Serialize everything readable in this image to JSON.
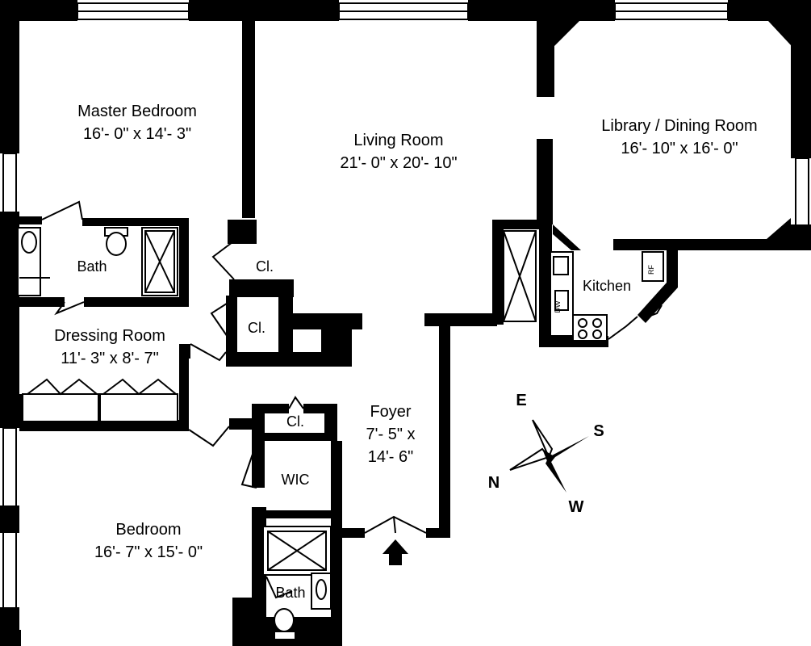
{
  "rooms": {
    "master_bedroom": {
      "name": "Master Bedroom",
      "dims": "16'- 0\" x 14'- 3\""
    },
    "living_room": {
      "name": "Living Room",
      "dims": "21'- 0\" x 20'- 10\""
    },
    "library_dining": {
      "name": "Library / Dining Room",
      "dims": "16'- 10\" x 16'- 0\""
    },
    "bath_master": {
      "name": "Bath"
    },
    "closet_1": {
      "name": "Cl."
    },
    "closet_2": {
      "name": "Cl."
    },
    "closet_3": {
      "name": "Cl."
    },
    "kitchen": {
      "name": "Kitchen"
    },
    "dressing_room": {
      "name": "Dressing Room",
      "dims": "11'- 3\" x 8'- 7\""
    },
    "foyer": {
      "name": "Foyer",
      "dims_line1": "7'- 5\" x",
      "dims_line2": "14'- 6\""
    },
    "wic": {
      "name": "WIC"
    },
    "bedroom": {
      "name": "Bedroom",
      "dims": "16'- 7\" x 15'- 0\""
    },
    "bath_second": {
      "name": "Bath"
    }
  },
  "appliances": {
    "dishwasher": "DW",
    "refrigerator": "RF"
  },
  "compass": {
    "n": "N",
    "e": "E",
    "s": "S",
    "w": "W"
  },
  "icons": {
    "entry": "entry-arrow-icon",
    "compass": "compass-rose-icon"
  },
  "colors": {
    "wall": "#000000",
    "background": "#ffffff"
  }
}
